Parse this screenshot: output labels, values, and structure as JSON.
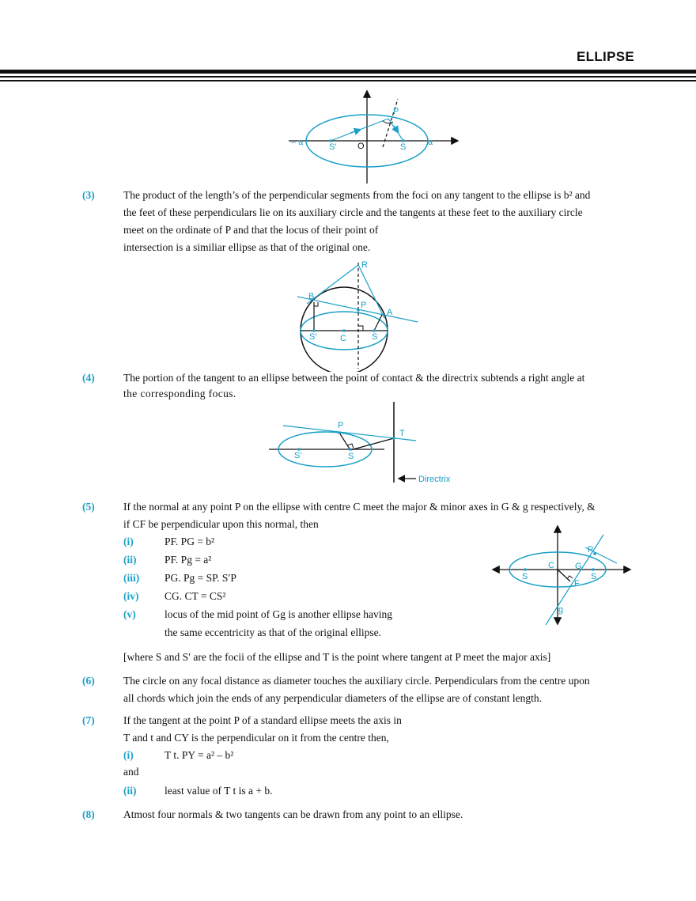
{
  "header": {
    "title": "ELLIPSE"
  },
  "colors": {
    "accent": "#1aa0c8",
    "text": "#111111"
  },
  "fig1": {
    "labels": {
      "neg_a": "– a",
      "s_prime": "S′",
      "o": "O",
      "s": "S",
      "a": "a",
      "p": "P"
    }
  },
  "item3": {
    "num": "(3)",
    "lines": [
      "The product of the length’s of the perpendicular segments from the foci on any tangent to the ellipse is b² and",
      "the feet of these perpendiculars lie on its auxiliary circle and the tangents at these feet to the auxiliary circle",
      "meet on the ordinate of P and that the locus of their point of",
      "intersection is a similiar ellipse as that of the original one."
    ]
  },
  "fig2": {
    "labels": {
      "r": "R",
      "b": "B",
      "p": "P",
      "a": "A",
      "s_prime": "S′",
      "c": "C",
      "s": "S"
    }
  },
  "item4": {
    "num": "(4)",
    "lines": [
      "The portion of the tangent to an ellipse between the point of contact & the directrix subtends a right angle at",
      "the corresponding focus."
    ]
  },
  "fig3": {
    "labels": {
      "p": "P",
      "t": "T",
      "s_prime": "S′",
      "s": "S",
      "directrix": "Directrix"
    }
  },
  "item5": {
    "num": "(5)",
    "lines": [
      "If the normal at any point P on the ellipse with centre C meet the major & minor axes in G & g respectively, &",
      "if CF be perpendicular upon this normal, then"
    ],
    "subs": [
      {
        "num": "(i)",
        "text": "PF. PG = b²"
      },
      {
        "num": "(ii)",
        "text": "PF. Pg = a²"
      },
      {
        "num": "(iii)",
        "text": "PG. Pg = SP. S′P"
      },
      {
        "num": "(iv)",
        "text": "CG. CT = CS²"
      },
      {
        "num": "(v)",
        "text": "locus of the mid point of Gg is another ellipse having"
      }
    ],
    "sub_cont": "the same eccentricity as that of the original ellipse.",
    "note": "[where S and S′ are the focii of the ellipse and T is the point where tangent at P meet the major axis]"
  },
  "fig4": {
    "labels": {
      "p": "P",
      "c": "C",
      "g_cap": "G",
      "s_prime": "S",
      "s": "S",
      "f": "F",
      "g": "g"
    }
  },
  "item6": {
    "num": "(6)",
    "lines": [
      "The circle on any focal distance as diameter touches the auxiliary circle. Perpendiculars from the centre upon",
      "all chords which join the ends of any perpendicular diameters of the ellipse are of constant length."
    ]
  },
  "item7": {
    "num": "(7)",
    "lines": [
      "If the tangent at the point P of a standard ellipse meets the axis in",
      "T and t and CY is the perpendicular on it from the centre then,"
    ],
    "sub1": {
      "num": "(i)",
      "text": "T t. PY = a² – b²"
    },
    "and_text": "and",
    "sub2": {
      "num": "(ii)",
      "text": "least value of T t is a + b."
    }
  },
  "item8": {
    "num": "(8)",
    "lines": [
      "Atmost four normals & two tangents can be drawn from any point to an ellipse."
    ]
  }
}
